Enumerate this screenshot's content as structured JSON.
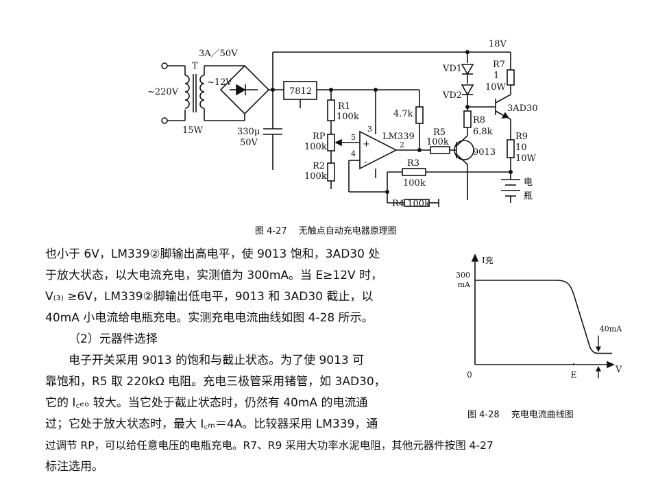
{
  "circuit": {
    "labels": {
      "transformer": "T",
      "fuse_rating": "3A／50V",
      "mains_voltage": "~220V",
      "secondary_voltage": "~12V",
      "transformer_power": "15W",
      "cap_value": "330μ",
      "cap_voltage": "50V",
      "regulator": "7812",
      "r1_name": "R1",
      "r1_value": "100k",
      "rp_name": "RP",
      "rp_value": "100k",
      "r2_name": "R2",
      "r2_value": "100k",
      "pull_up": "4.7k",
      "comparator": "LM339",
      "pin3": "3",
      "pin5": "5",
      "pin4": "4",
      "pin2": "2",
      "plus": "+",
      "minus": "-",
      "r5_name": "R5",
      "r5_value": "100k",
      "r3_name": "R3",
      "r3_value": "100k",
      "r4_label": "R4 100k",
      "supply": "18V",
      "vd1": "VD1",
      "vd2": "VD2",
      "r7_name": "R7",
      "r7_value": "1",
      "r7_power": "10W",
      "q_power": "3AD30",
      "r8_name": "R8",
      "r8_value": "6.8k",
      "q_switch": "9013",
      "r9_name": "R9",
      "r9_value": "10",
      "r9_power": "10W",
      "battery_1": "电",
      "battery_2": "瓶"
    },
    "caption": "图 4-27　 无触点自动充电器原理图"
  },
  "body": {
    "lines": [
      "也小于 6V，LM339②脚输出高电平，使 9013 饱和，3AD30 处",
      "于放大状态，以大电流充电，实测值为 300mA。当 E≥12V 时，",
      "V₍₃₎ ≥6V，LM339②脚输出低电平，9013 和 3AD30 截止，以",
      "40mA 小电流给电瓶充电。实测充电电流曲线如图 4-28 所示。",
      "（2）元器件选择",
      "电子开关采用 9013 的饱和与截止状态。为了使 9013 可",
      "靠饱和，R5 取 220kΩ 电阻。充电三极管采用锗管，如 3AD30，",
      "它的 I꜀ₑₒ 较大。当它处于截止状态时，仍然有 40mA 的电流通",
      "过；它处于放大状态时，最大 I꜀ₘ＝4A。比较器采用 LM339，通",
      "过调节 RP，可以给任意电压的电瓶充电。R7、R9 采用大功率水泥电阻，其他元器件按图 4-27",
      "标注选用。"
    ]
  },
  "chart_data": {
    "type": "line",
    "title": "",
    "xlabel": "V",
    "ylabel": "I充",
    "x_tick_labels": [
      "0",
      "E"
    ],
    "y_tick_labels": [
      "300 mA"
    ],
    "annotations": [
      "40mA"
    ],
    "series": [
      {
        "points": [
          [
            0,
            300
          ],
          [
            0.6,
            300
          ],
          [
            0.72,
            250
          ],
          [
            0.9,
            40
          ],
          [
            1.0,
            40
          ]
        ]
      }
    ],
    "grid": false,
    "caption": "图 4-28　 充电电流曲线图"
  }
}
